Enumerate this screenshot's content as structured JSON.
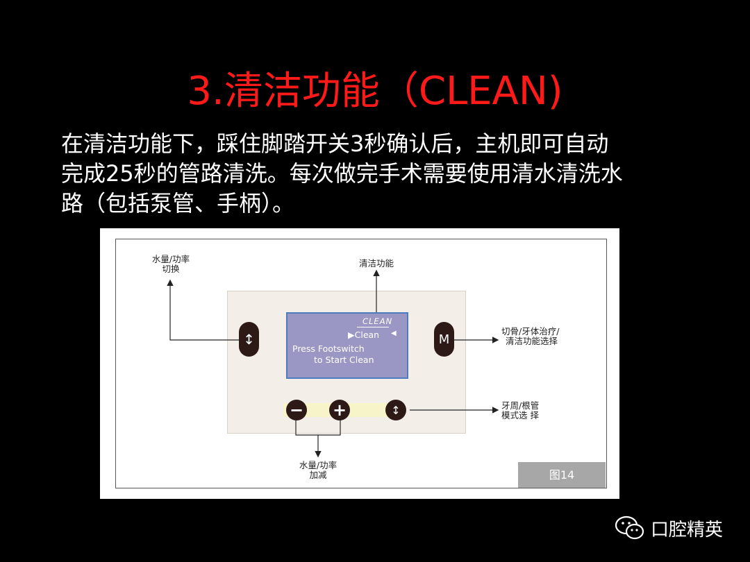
{
  "slide": {
    "title": "3.清洁功能（CLEAN)",
    "body_lines": [
      "在清洁功能下，踩住脚踏开关3秒确认后，主机即可自动",
      "完成25秒的管路清洗。每次做完手术需要使用清水清洗水",
      "路（包括泵管、手柄）。"
    ]
  },
  "figure": {
    "labels": {
      "water_power_switch_1": "水量/功率",
      "water_power_switch_2": "切换",
      "clean_function": "清洁功能",
      "mode_select_1": "切骨/牙体治疗/",
      "mode_select_2": "清洁功能选择",
      "perio_root_1": "牙周/根管",
      "perio_root_2": "模式选 择",
      "water_power_adjust_1": "水量/功率",
      "water_power_adjust_2": "加减"
    },
    "lcd": {
      "header": "CLEAN",
      "selection": "▶Clean",
      "selection_marker": "◀",
      "message_1": "Press Footswitch",
      "message_2": "to Start Clean"
    },
    "buttons": {
      "switch_symbol": "↕",
      "mode_symbol": "M",
      "minus_symbol": "−",
      "plus_symbol": "+",
      "perio_symbol": "↕"
    },
    "figure_number": "图14"
  },
  "brand": {
    "name": "口腔精英",
    "icon": "wechat-icon"
  },
  "colors": {
    "title": "#ff1a1a",
    "background": "#000000",
    "lcd": "#9b97c4",
    "button": "#2d1a17"
  }
}
